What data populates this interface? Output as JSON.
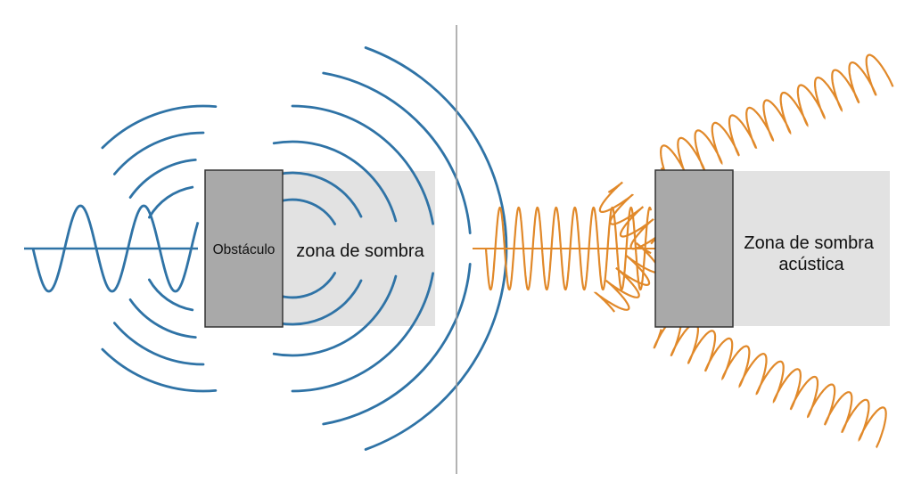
{
  "colors": {
    "low_frequency_wave": "#2f73a6",
    "high_frequency_wave": "#e1892a",
    "obstacle_fill": "#a9a9a9",
    "obstacle_stroke": "#333333",
    "shadow_zone_fill": "#e2e2e2",
    "divider": "#9a9a9a",
    "background": "#ffffff"
  },
  "left_panel": {
    "obstacle_label": "Obstáculo",
    "shadow_label": "zona de sombra"
  },
  "right_panel": {
    "shadow_label_line1": "Zona de sombra",
    "shadow_label_line2": "acústica"
  }
}
